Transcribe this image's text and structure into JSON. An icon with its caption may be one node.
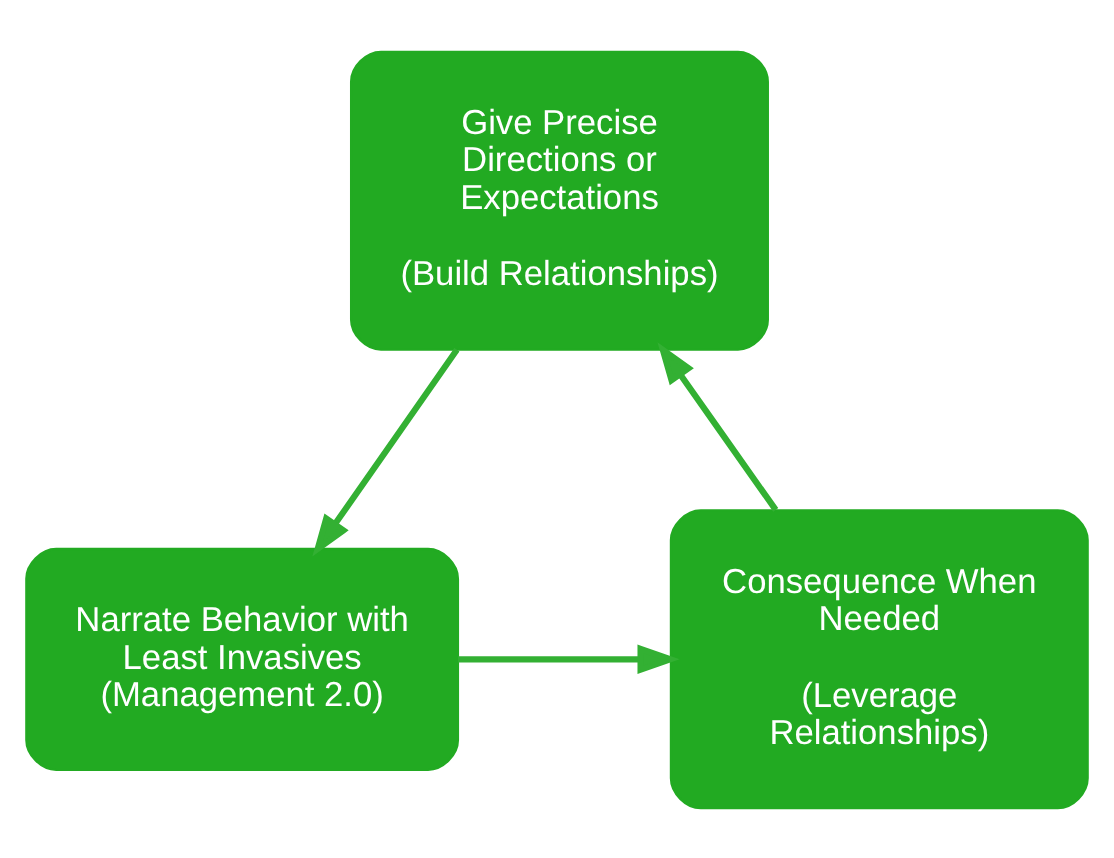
{
  "diagram": {
    "nodes": [
      {
        "text": [
          "Give Precise Directions or Expectations",
          "(Build Relationships)"
        ]
      },
      {
        "text": [
          "Narrate Behavior with Least Invasives (Management 2.0)"
        ]
      },
      {
        "text": [
          "Consequence When Needed",
          "(Leverage Relationships)"
        ]
      }
    ],
    "edges": [
      {
        "from": 0,
        "to": 1,
        "arrow": "to"
      },
      {
        "from": 1,
        "to": 2,
        "arrow": "to"
      },
      {
        "from": 2,
        "to": 0,
        "arrow": "to"
      }
    ]
  }
}
